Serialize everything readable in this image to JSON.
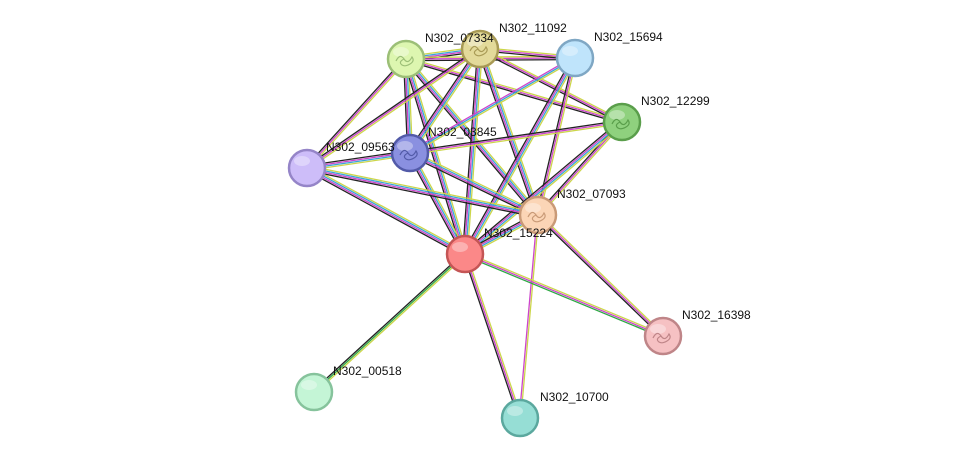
{
  "network": {
    "nodes": [
      {
        "id": "N302_07334",
        "label": "N302_07334",
        "color": "#ddf6b0",
        "stroke": "#9cbf77",
        "has_structure": true
      },
      {
        "id": "N302_11092",
        "label": "N302_11092",
        "color": "#e3da9a",
        "stroke": "#a89a55",
        "has_structure": true
      },
      {
        "id": "N302_15694",
        "label": "N302_15694",
        "color": "#bfe4fb",
        "stroke": "#7fa7c4",
        "has_structure": false
      },
      {
        "id": "N302_12299",
        "label": "N302_12299",
        "color": "#8fd17e",
        "stroke": "#5a9e4b",
        "has_structure": true
      },
      {
        "id": "N302_03845",
        "label": "N302_03845",
        "color": "#8a90e0",
        "stroke": "#525aa8",
        "has_structure": true
      },
      {
        "id": "N302_09563",
        "label": "N302_09563",
        "color": "#cdbdf9",
        "stroke": "#9585c8",
        "has_structure": false
      },
      {
        "id": "N302_07093",
        "label": "N302_07093",
        "color": "#fbd5b6",
        "stroke": "#c99a77",
        "has_structure": true
      },
      {
        "id": "N302_15224",
        "label": "N302_15224",
        "color": "#fb8888",
        "stroke": "#c45555",
        "has_structure": false
      },
      {
        "id": "N302_16398",
        "label": "N302_16398",
        "color": "#f6c1c3",
        "stroke": "#bf8588",
        "has_structure": true
      },
      {
        "id": "N302_00518",
        "label": "N302_00518",
        "color": "#c4f5d6",
        "stroke": "#86c39c",
        "has_structure": false
      },
      {
        "id": "N302_10700",
        "label": "N302_10700",
        "color": "#96ded5",
        "stroke": "#5ba89e",
        "has_structure": false
      }
    ],
    "edges": [
      {
        "source": "N302_07334",
        "target": "N302_11092",
        "colors": [
          "#ccd64a",
          "#3aa5d8",
          "#cc44cc",
          "#222222"
        ]
      },
      {
        "source": "N302_07334",
        "target": "N302_15694",
        "colors": [
          "#ccd64a",
          "#cc44cc",
          "#222222"
        ]
      },
      {
        "source": "N302_07334",
        "target": "N302_12299",
        "colors": [
          "#ccd64a",
          "#cc44cc",
          "#222222"
        ]
      },
      {
        "source": "N302_07334",
        "target": "N302_03845",
        "colors": [
          "#ccd64a",
          "#3aa5d8",
          "#cc44cc",
          "#222222"
        ]
      },
      {
        "source": "N302_07334",
        "target": "N302_09563",
        "colors": [
          "#ccd64a",
          "#cc44cc",
          "#222222"
        ]
      },
      {
        "source": "N302_07334",
        "target": "N302_07093",
        "colors": [
          "#ccd64a",
          "#3aa5d8",
          "#cc44cc",
          "#222222"
        ]
      },
      {
        "source": "N302_07334",
        "target": "N302_15224",
        "colors": [
          "#ccd64a",
          "#3aa5d8",
          "#cc44cc",
          "#222222"
        ]
      },
      {
        "source": "N302_11092",
        "target": "N302_15694",
        "colors": [
          "#ccd64a",
          "#cc44cc",
          "#222222"
        ]
      },
      {
        "source": "N302_11092",
        "target": "N302_12299",
        "colors": [
          "#ccd64a",
          "#cc44cc",
          "#222222"
        ]
      },
      {
        "source": "N302_11092",
        "target": "N302_03845",
        "colors": [
          "#ccd64a",
          "#3aa5d8",
          "#cc44cc",
          "#222222"
        ]
      },
      {
        "source": "N302_11092",
        "target": "N302_09563",
        "colors": [
          "#ccd64a",
          "#cc44cc",
          "#222222"
        ]
      },
      {
        "source": "N302_11092",
        "target": "N302_07093",
        "colors": [
          "#ccd64a",
          "#3aa5d8",
          "#cc44cc",
          "#222222"
        ]
      },
      {
        "source": "N302_11092",
        "target": "N302_15224",
        "colors": [
          "#ccd64a",
          "#3aa5d8",
          "#cc44cc",
          "#222222"
        ]
      },
      {
        "source": "N302_15694",
        "target": "N302_03845",
        "colors": [
          "#ccd64a",
          "#3aa5d8",
          "#cc44cc"
        ]
      },
      {
        "source": "N302_15694",
        "target": "N302_07093",
        "colors": [
          "#ccd64a",
          "#cc44cc",
          "#222222"
        ]
      },
      {
        "source": "N302_15694",
        "target": "N302_15224",
        "colors": [
          "#ccd64a",
          "#3aa5d8",
          "#cc44cc",
          "#222222"
        ]
      },
      {
        "source": "N302_12299",
        "target": "N302_03845",
        "colors": [
          "#ccd64a",
          "#cc44cc",
          "#222222"
        ]
      },
      {
        "source": "N302_12299",
        "target": "N302_07093",
        "colors": [
          "#ccd64a",
          "#cc44cc",
          "#222222"
        ]
      },
      {
        "source": "N302_12299",
        "target": "N302_15224",
        "colors": [
          "#ccd64a",
          "#3aa5d8",
          "#cc44cc",
          "#222222"
        ]
      },
      {
        "source": "N302_03845",
        "target": "N302_09563",
        "colors": [
          "#ccd64a",
          "#3aa5d8",
          "#cc44cc",
          "#222222"
        ]
      },
      {
        "source": "N302_03845",
        "target": "N302_07093",
        "colors": [
          "#ccd64a",
          "#3aa5d8",
          "#cc44cc",
          "#222222"
        ]
      },
      {
        "source": "N302_03845",
        "target": "N302_15224",
        "colors": [
          "#ccd64a",
          "#3aa5d8",
          "#cc44cc",
          "#222222"
        ]
      },
      {
        "source": "N302_09563",
        "target": "N302_07093",
        "colors": [
          "#ccd64a",
          "#3aa5d8",
          "#cc44cc",
          "#222222"
        ]
      },
      {
        "source": "N302_09563",
        "target": "N302_15224",
        "colors": [
          "#ccd64a",
          "#3aa5d8",
          "#cc44cc",
          "#222222"
        ]
      },
      {
        "source": "N302_07093",
        "target": "N302_15224",
        "colors": [
          "#ccd64a",
          "#3aa5d8",
          "#cc44cc",
          "#222222"
        ]
      },
      {
        "source": "N302_07093",
        "target": "N302_16398",
        "colors": [
          "#ccd64a",
          "#cc44cc",
          "#222222"
        ]
      },
      {
        "source": "N302_07093",
        "target": "N302_10700",
        "colors": [
          "#ccd64a",
          "#cc44cc"
        ]
      },
      {
        "source": "N302_15224",
        "target": "N302_16398",
        "colors": [
          "#ccd64a",
          "#cc44cc",
          "#2ea844"
        ]
      },
      {
        "source": "N302_15224",
        "target": "N302_00518",
        "colors": [
          "#ccd64a",
          "#2ea844",
          "#222222"
        ]
      },
      {
        "source": "N302_15224",
        "target": "N302_10700",
        "colors": [
          "#ccd64a",
          "#cc44cc",
          "#222222"
        ]
      }
    ]
  }
}
